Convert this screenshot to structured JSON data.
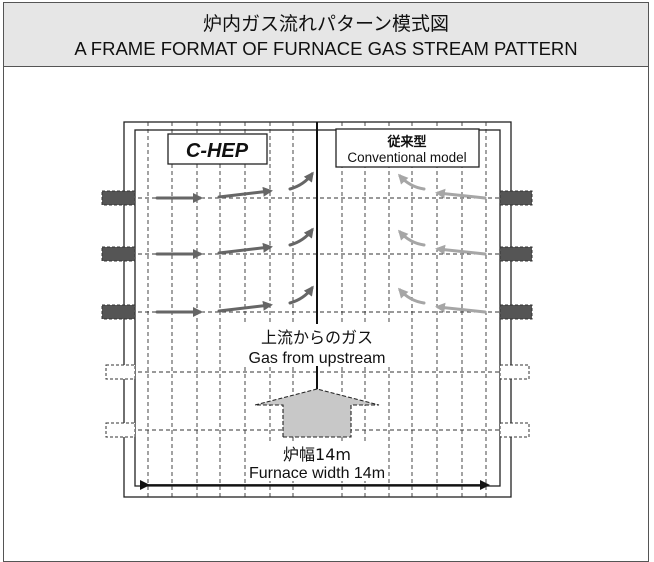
{
  "header": {
    "title_ja": "炉内ガス流れパターン模式図",
    "title_en": "A FRAME FORMAT OF FURNACE GAS STREAM PATTERN"
  },
  "diagram": {
    "left_label": "C-HEP",
    "right_label_ja": "従来型",
    "right_label_en": "Conventional model",
    "center_label_ja": "上流からのガス",
    "center_label_en": "Gas from upstream",
    "width_label_ja": "炉幅14m",
    "width_label_en": "Furnace width 14m",
    "colors": {
      "cHepArrow": "#666666",
      "conventionalArrow": "#a6a6a6",
      "burner": "#555555",
      "upstreamArrow": "#c8c8c8"
    }
  }
}
